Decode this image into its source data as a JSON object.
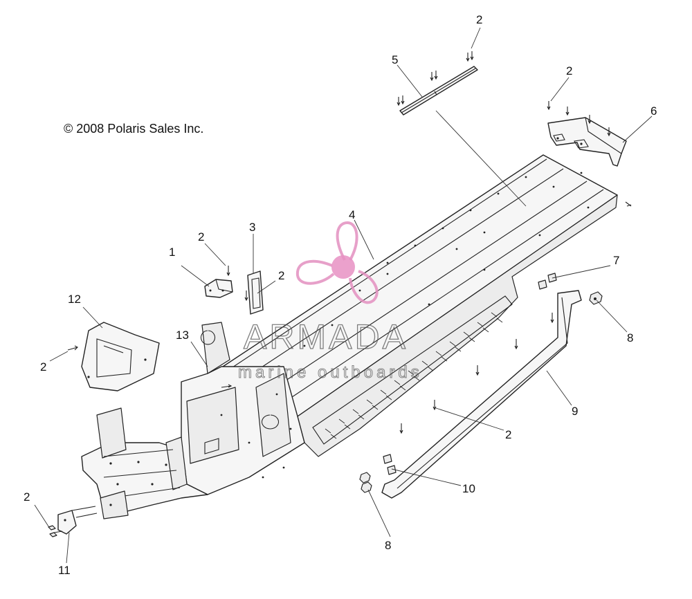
{
  "copyright": "© 2008 Polaris Sales Inc.",
  "watermark": {
    "brand": "ARMADA",
    "tagline": "marine outboards",
    "accent_color": "#e38fc0",
    "text_color": "#555555"
  },
  "callouts": [
    {
      "id": "c-2-top",
      "label": "2"
    },
    {
      "id": "c-5",
      "label": "5"
    },
    {
      "id": "c-2-rear",
      "label": "2"
    },
    {
      "id": "c-6",
      "label": "6"
    },
    {
      "id": "c-4",
      "label": "4"
    },
    {
      "id": "c-3",
      "label": "3"
    },
    {
      "id": "c-2-mid-a",
      "label": "2"
    },
    {
      "id": "c-2-mid-b",
      "label": "2"
    },
    {
      "id": "c-1",
      "label": "1"
    },
    {
      "id": "c-12",
      "label": "12"
    },
    {
      "id": "c-13",
      "label": "13"
    },
    {
      "id": "c-2-left",
      "label": "2"
    },
    {
      "id": "c-7",
      "label": "7"
    },
    {
      "id": "c-8-right",
      "label": "8"
    },
    {
      "id": "c-9",
      "label": "9"
    },
    {
      "id": "c-2-lower",
      "label": "2"
    },
    {
      "id": "c-10",
      "label": "10"
    },
    {
      "id": "c-8-bottom",
      "label": "8"
    },
    {
      "id": "c-2-bl",
      "label": "2"
    },
    {
      "id": "c-11",
      "label": "11"
    }
  ]
}
